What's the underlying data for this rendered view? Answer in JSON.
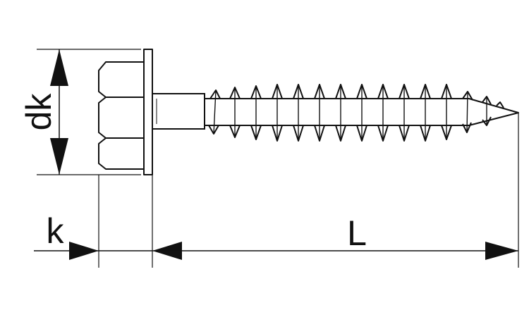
{
  "diagram": {
    "labels": {
      "head_diameter": "dk",
      "head_height": "k",
      "length": "L"
    },
    "colors": {
      "line": "#111111",
      "background": "#ffffff"
    }
  }
}
